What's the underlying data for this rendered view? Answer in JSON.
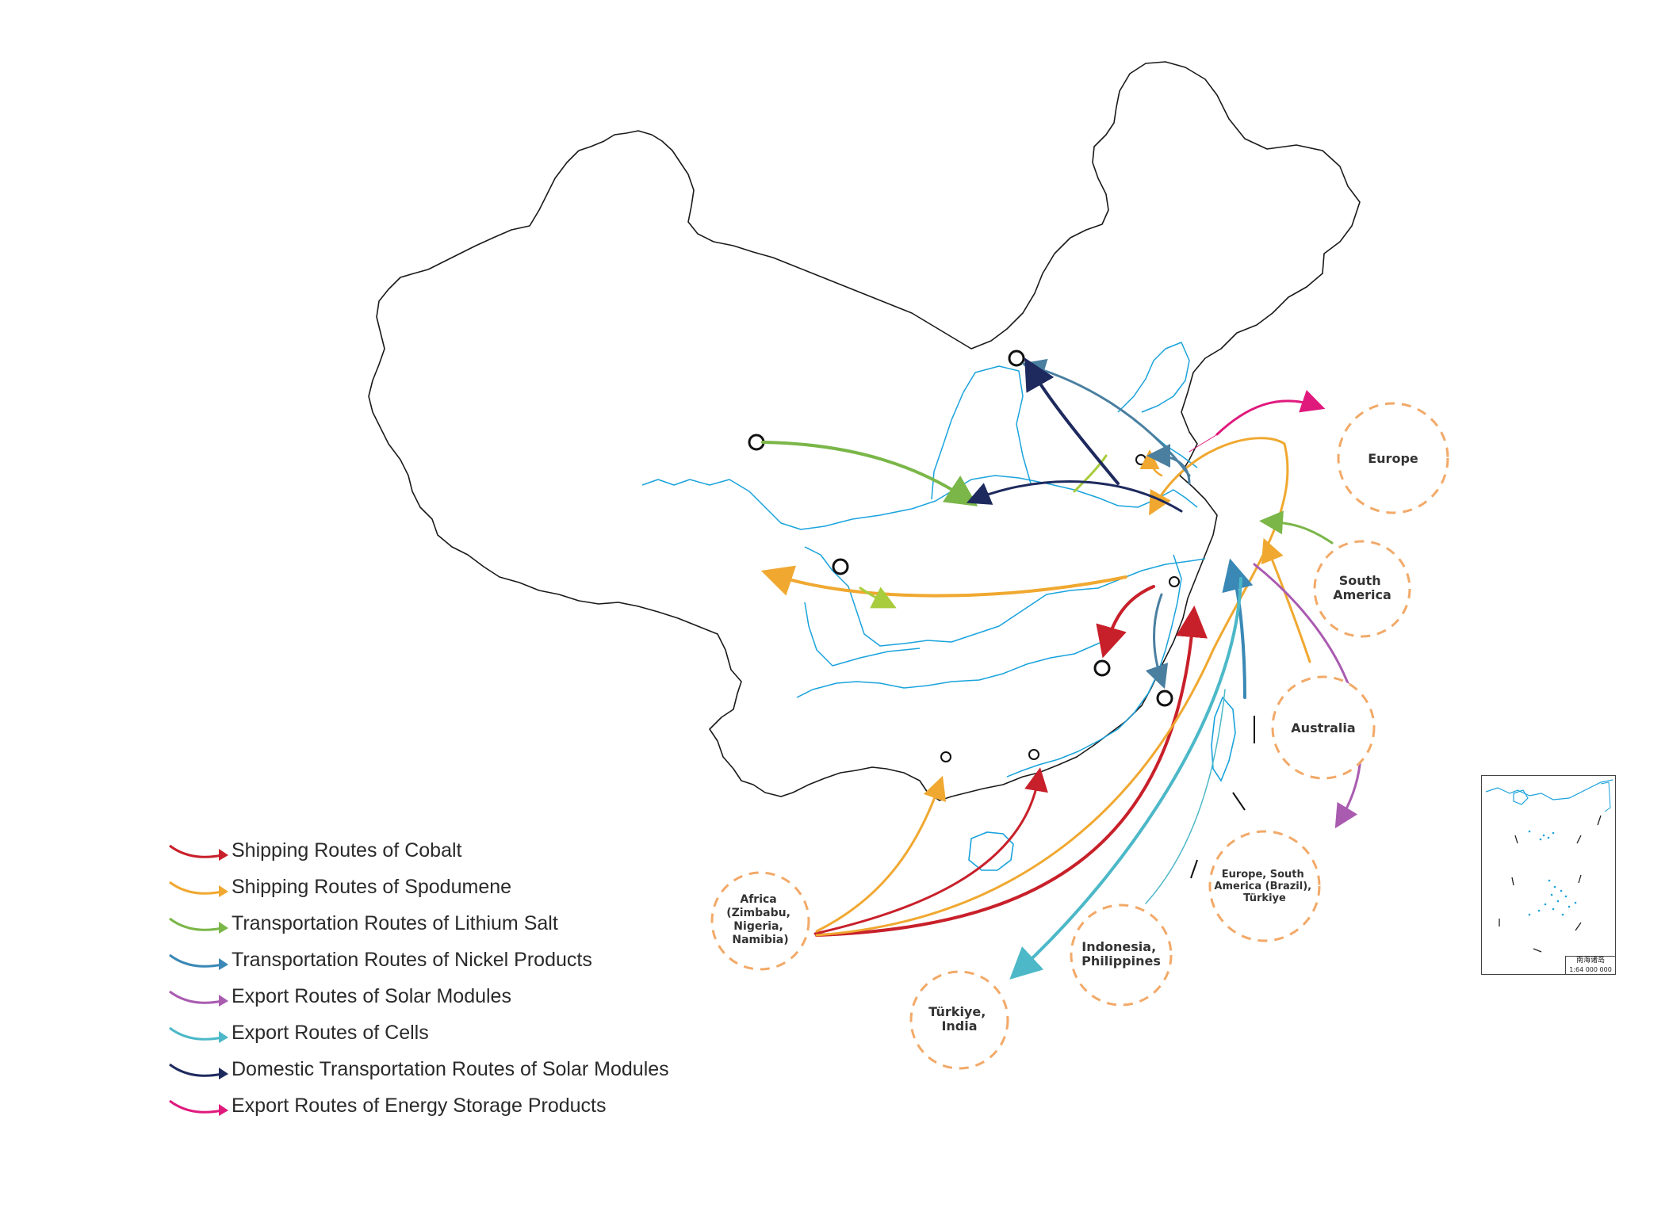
{
  "legend": {
    "items": [
      {
        "label": "Shipping Routes of Cobalt",
        "color": "#c8202a"
      },
      {
        "label": "Shipping Routes of Spodumene",
        "color": "#f0a830"
      },
      {
        "label": "Transportation Routes of Lithium Salt",
        "color": "#7ab648"
      },
      {
        "label": "Transportation Routes of Nickel Products",
        "color": "#3a88b5"
      },
      {
        "label": "Export Routes of Solar Modules",
        "color": "#a95bb0"
      },
      {
        "label": "Export Routes of Cells",
        "color": "#4cb8c8"
      },
      {
        "label": "Domestic Transportation Routes of Solar Modules",
        "color": "#1e2a5e"
      },
      {
        "label": "Export Routes of Energy Storage Products",
        "color": "#e0197d"
      }
    ]
  },
  "regions": {
    "europe": "Europe",
    "south_america": [
      "South",
      "America"
    ],
    "australia": "Australia",
    "europe_sa_turkiye": [
      "Europe, South",
      "America (Brazil),",
      "Türkiye"
    ],
    "indonesia": [
      "Indonesia,",
      "Philippines"
    ],
    "turkiye_india": [
      "Türkiye,",
      "India"
    ],
    "africa": [
      "Africa",
      "(Zimbabu,",
      "Nigeria,",
      "Namibia)"
    ]
  },
  "inset": {
    "title": "南海诸岛",
    "scale": "1:64 000 000"
  },
  "colors": {
    "outline": "#1a1a1a",
    "rivers": "#1aa3dc",
    "region_circle": "#f2a968"
  }
}
